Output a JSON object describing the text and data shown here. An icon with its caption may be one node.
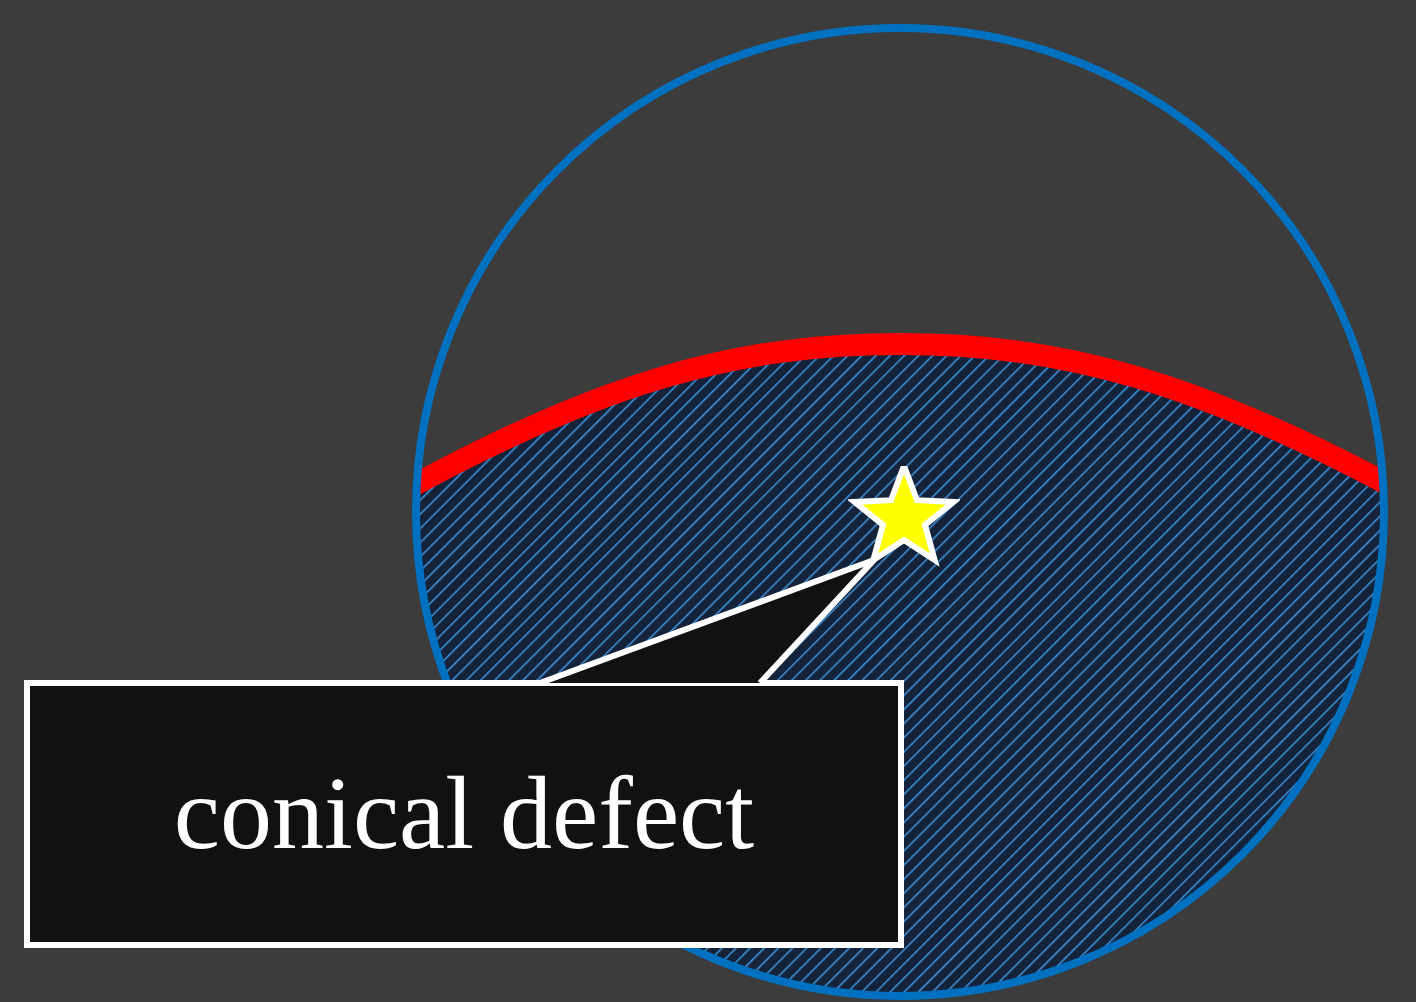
{
  "diagram": {
    "nodes": [
      {
        "text": [
          "conical defect"
        ]
      },
      {
        "text": [],
        "shape": "star"
      }
    ],
    "edges": [
      {
        "from": 0,
        "to": 1,
        "arrow": "none"
      }
    ]
  }
}
